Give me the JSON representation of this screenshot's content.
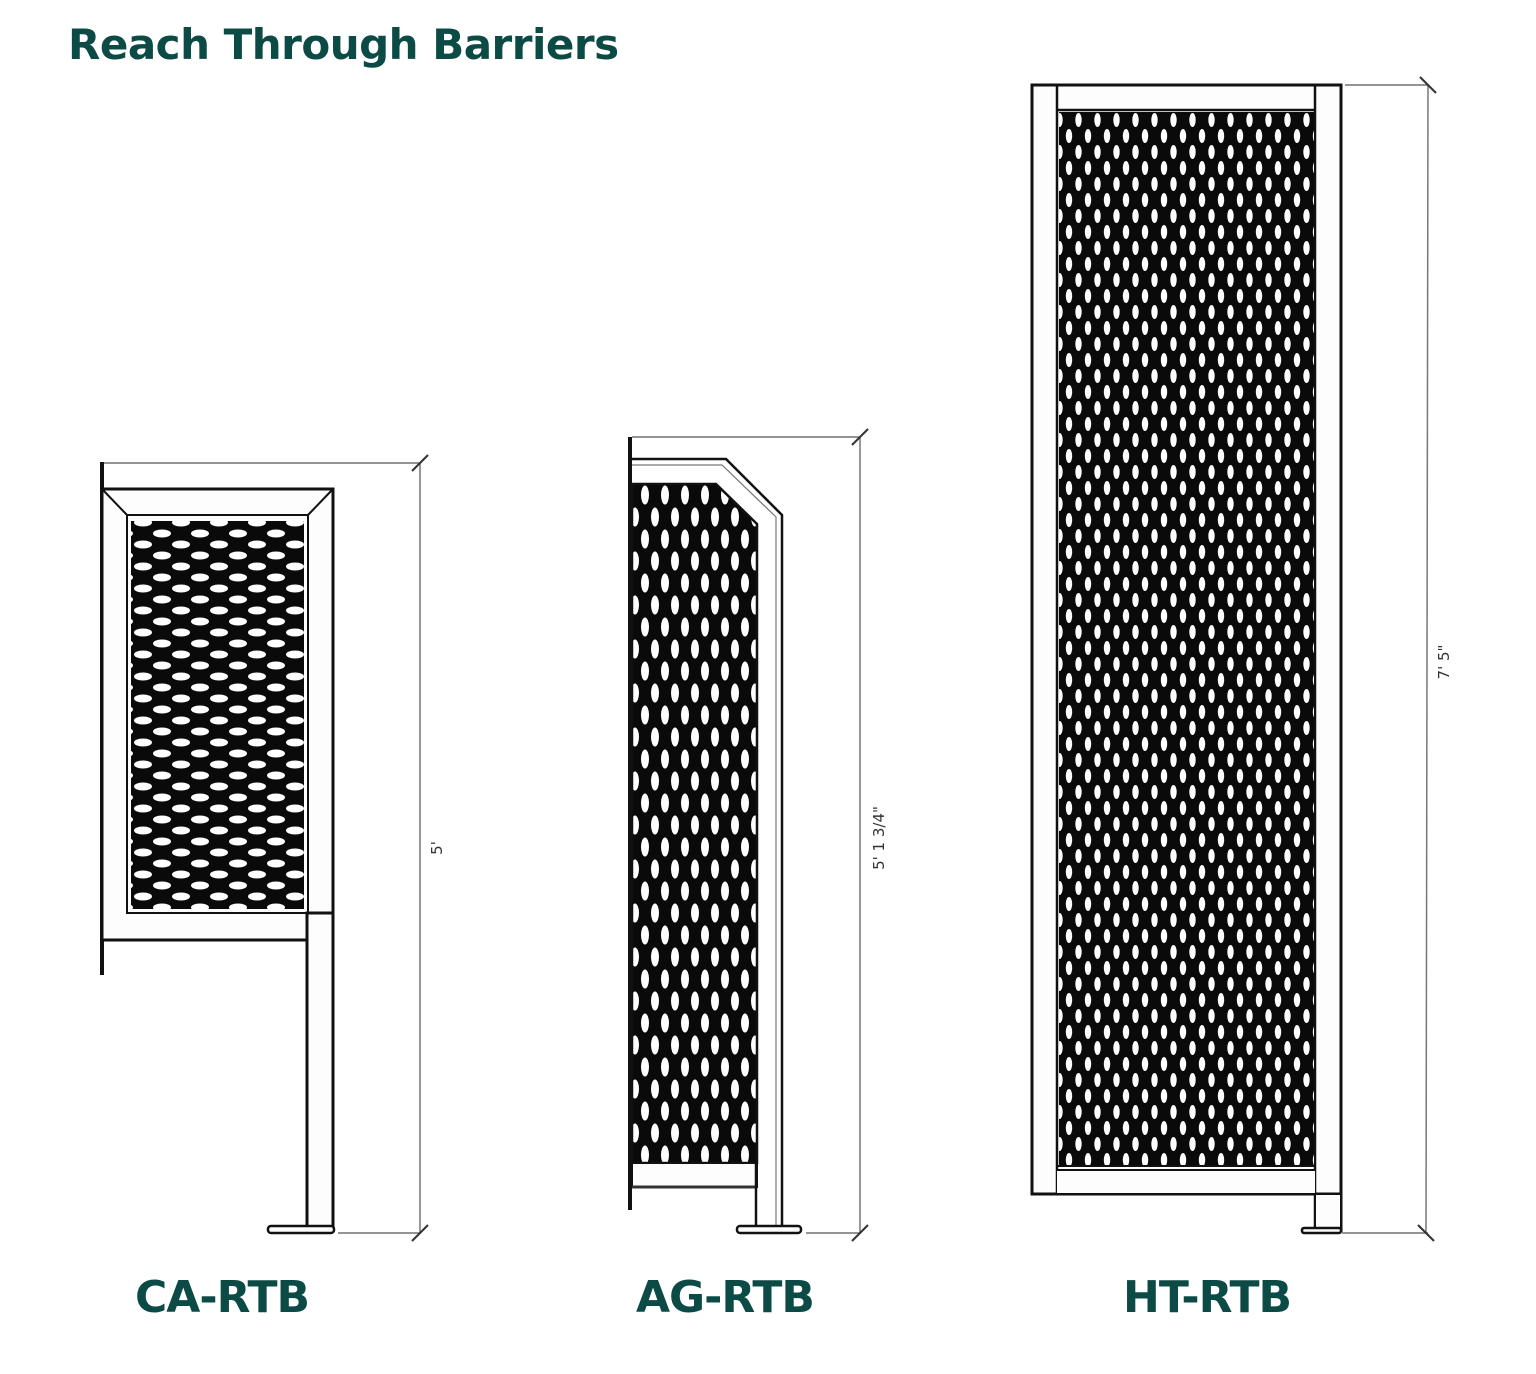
{
  "title": "Reach Through Barriers",
  "colors": {
    "title": "#0b4a45",
    "line": "#111111",
    "dimension": "#555555",
    "mesh": "#0a0a0a",
    "background": "#ffffff"
  },
  "barriers": [
    {
      "model": "CA-RTB",
      "height_label": "5'",
      "mesh_pattern": "horizontal-diamond"
    },
    {
      "model": "AG-RTB",
      "height_label": "5' 1 3/4\"",
      "mesh_pattern": "vertical-diamond"
    },
    {
      "model": "HT-RTB",
      "height_label": "7' 5\"",
      "mesh_pattern": "vertical-diamond"
    }
  ]
}
